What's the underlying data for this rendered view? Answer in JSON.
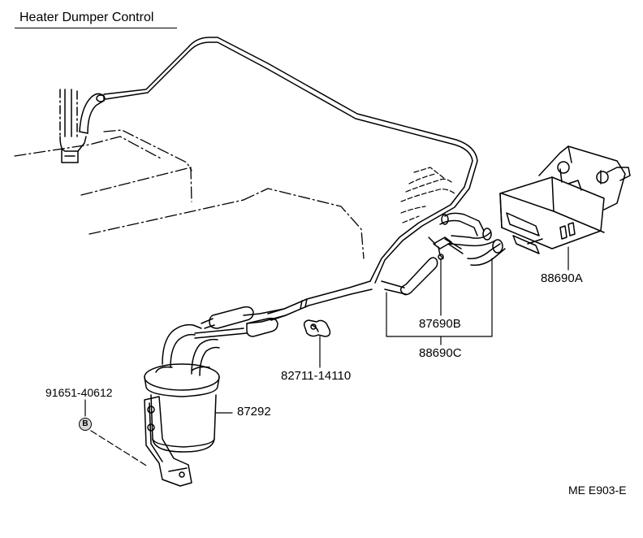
{
  "title": "Heater Dumper Control",
  "figure_code": "ME E903-E",
  "parts": [
    {
      "id": "vsv",
      "number": "88690A"
    },
    {
      "id": "vacuum-tee",
      "number": "87690B"
    },
    {
      "id": "hose-set",
      "number": "88690C"
    },
    {
      "id": "hose-clamp",
      "number": "82711-14110"
    },
    {
      "id": "vacuum-tank",
      "number": "87292"
    },
    {
      "id": "bolt",
      "number": "91651-40612"
    }
  ],
  "callout_marker": "B"
}
